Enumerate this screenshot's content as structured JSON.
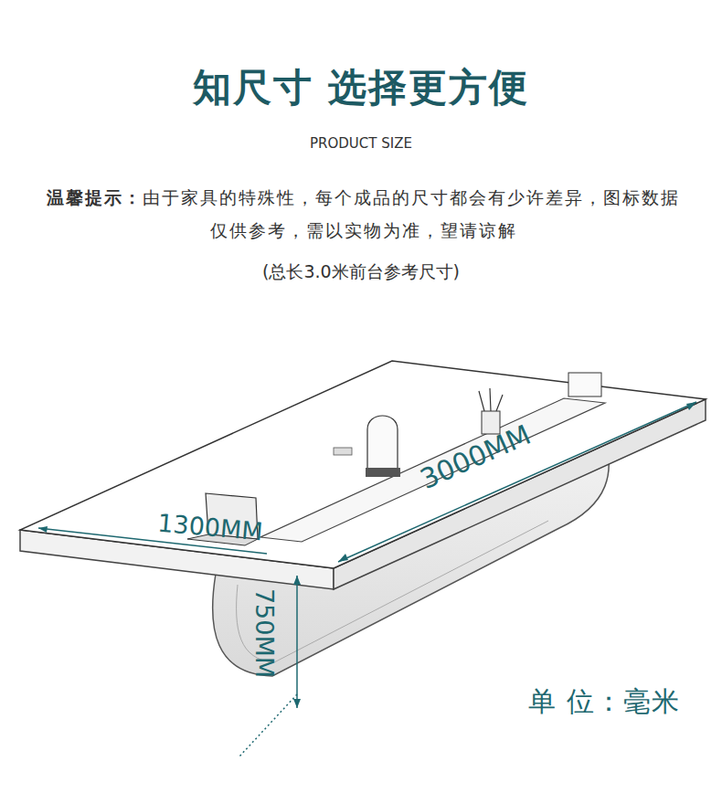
{
  "diagram": {
    "title": "知尺寸 选择更方便",
    "labels": [
      "PRODUCT SIZE",
      "温馨提示：",
      "由于家具的特殊性，每个成品的尺寸都会有少许差异，图标数据仅供参考，需以实物为准，望请谅解",
      "(总长3.0米前台参考尺寸)",
      "1300MM",
      "3000MM",
      "750MM",
      "单 位：毫米"
    ]
  }
}
